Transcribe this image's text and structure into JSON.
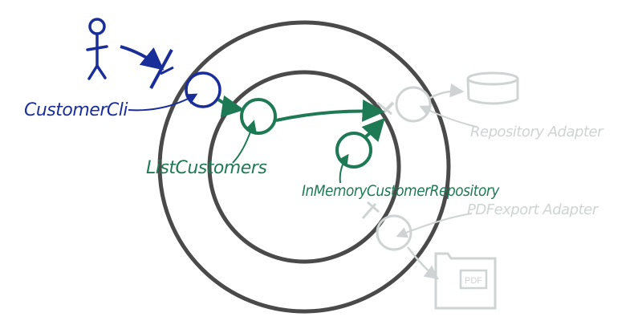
{
  "labels": {
    "customer_cli": "CustomerCli",
    "list_customers": "ListCustomers",
    "in_memory_repo": "InMemoryCustomerRepository",
    "repository_adapter": "Repository Adapter",
    "pdf_export_adapter": "PDFexport Adapter",
    "pdf_icon_text": "PDF"
  },
  "colors": {
    "ring": "#4a4a4a",
    "blue": "#1a2e9a",
    "green": "#1e7a55",
    "faded": "#cfd3d3"
  },
  "icons": {
    "actor": "stick-figure-icon",
    "database": "database-cylinder-icon",
    "pdf": "pdf-document-icon"
  }
}
